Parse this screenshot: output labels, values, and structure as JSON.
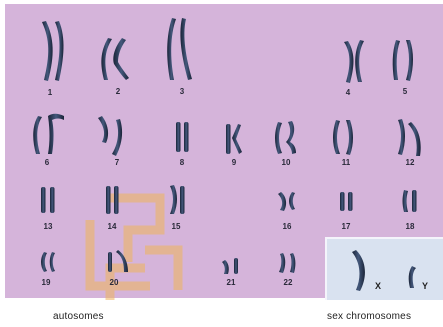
{
  "panel_color": "#d5b4da",
  "sex_panel_color": "#d9e2f0",
  "chromosome_color": "#2c3b55",
  "watermark_color": "#f0b45a",
  "numbers": [
    "1",
    "2",
    "3",
    "4",
    "5",
    "6",
    "7",
    "8",
    "9",
    "10",
    "11",
    "12",
    "13",
    "14",
    "15",
    "16",
    "17",
    "18",
    "19",
    "20",
    "21",
    "22"
  ],
  "sex": {
    "x_label": "X",
    "y_label": "Y"
  },
  "captions": {
    "autosomes": "autosomes",
    "sex_chromosomes": "sex chromosomes"
  }
}
